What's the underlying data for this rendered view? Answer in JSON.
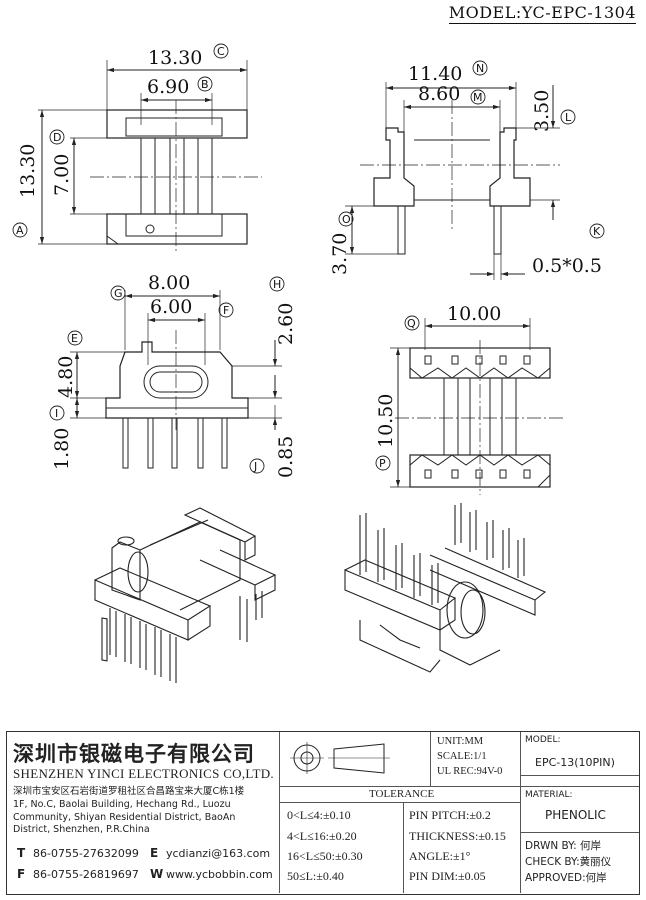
{
  "model_header": {
    "label": "MODEL:",
    "value": "YC-EPC-1304"
  },
  "dimensions": {
    "c": "13.30",
    "b": "6.90",
    "d": "7.00",
    "a": "13.30",
    "n": "11.40",
    "m": "8.60",
    "l": "3.50",
    "o": "3.70",
    "k": "0.5*0.5",
    "g": "8.00",
    "f": "6.00",
    "h": "2.60",
    "e": "4.80",
    "i": "1.80",
    "j": "0.85",
    "q": "10.00",
    "p": "10.50"
  },
  "callouts": {
    "a": "A",
    "b": "B",
    "c": "C",
    "d": "D",
    "e": "E",
    "f": "F",
    "g": "G",
    "h": "H",
    "i": "I",
    "j": "J",
    "k": "K",
    "l": "L",
    "m": "M",
    "n": "N",
    "o": "O",
    "p": "P",
    "q": "Q"
  },
  "company": {
    "name_cn": "深圳市银磁电子有限公司",
    "name_en": "SHENZHEN YINCI ELECTRONICS CO,LTD.",
    "address_cn": "深圳市宝安区石岩街道罗租社区合昌路宝来大厦C栋1楼",
    "address_en": "1F, No.C, Baolai Building, Hechang Rd., Luozu Community, Shiyan Residential District, BaoAn District, Shenzhen, P.R.China",
    "phone_label": "T",
    "phone": "86-0755-27632099",
    "fax_label": "F",
    "fax": "86-0755-26819697",
    "email_label": "E",
    "email": "ycdianzi@163.com",
    "web_label": "W",
    "web": "www.ycbobbin.com"
  },
  "specs": {
    "unit": "UNIT:MM",
    "scale": "SCALE:1/1",
    "ul": "UL REC:94V-0"
  },
  "model_box": {
    "label": "MODEL:",
    "value": "EPC-13(10PIN)"
  },
  "material": {
    "label": "MATERIAL:",
    "value": "PHENOLIC"
  },
  "tolerance": {
    "title": "TOLERANCE",
    "left": [
      "0<L≤4:±0.10",
      "4<L≤16:±0.20",
      "16<L≤50:±0.30",
      "50≤L:±0.40"
    ],
    "right": [
      "PIN PITCH:±0.2",
      "THICKNESS:±0.15",
      "ANGLE:±1°",
      "PIN DIM:±0.05"
    ]
  },
  "approval": {
    "drawn": "DRWN BY: 何岸",
    "check": "CHECK BY:黄丽仪",
    "approved": "APPROVED:何岸"
  }
}
